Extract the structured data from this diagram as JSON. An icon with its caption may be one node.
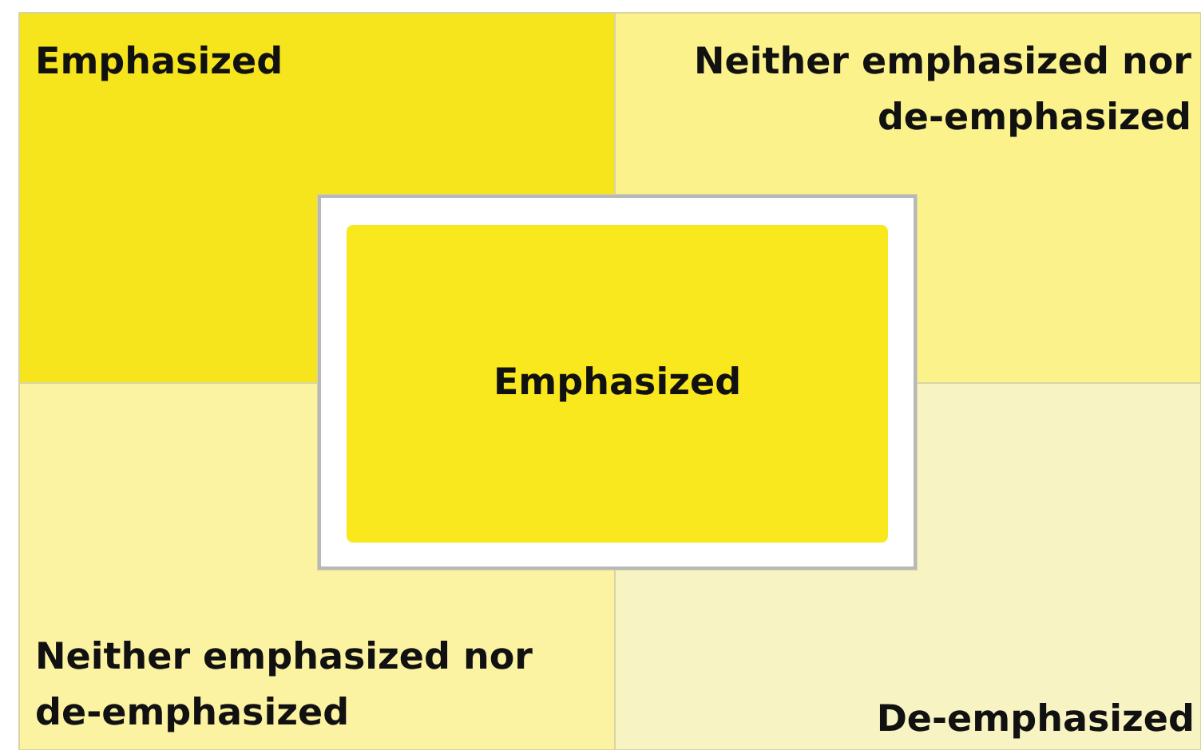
{
  "diagram": {
    "nodes": [
      {
        "text": [
          "Emphasized"
        ]
      },
      {
        "text": [
          "Neither emphasized nor de-emphasized"
        ]
      },
      {
        "text": [],
        "shape": "box"
      },
      {
        "text": [
          "Emphasized"
        ],
        "in": 2
      },
      {
        "text": [
          "Neither emphasized nor de-emphasized"
        ]
      },
      {
        "text": [
          "De-emphasized"
        ]
      }
    ]
  }
}
